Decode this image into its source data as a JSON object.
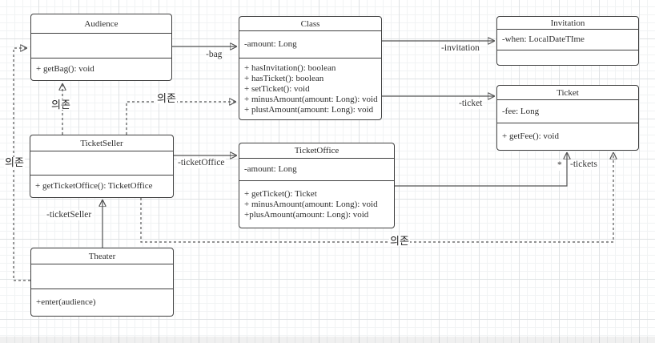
{
  "classes": {
    "audience": {
      "title": "Audience",
      "attributes": [],
      "methods": [
        "+ getBag(): void"
      ]
    },
    "clazz": {
      "title": "Class",
      "attributes": [
        "-amount: Long"
      ],
      "methods": [
        "+ hasInvitation(): boolean",
        "+ hasTicket(): boolean",
        "+ setTicket(): void",
        "+ minusAmount(amount: Long): void",
        "+ plustAmount(amount: Long): void"
      ]
    },
    "invitation": {
      "title": "Invitation",
      "attributes": [
        "-when: LocalDateTIme"
      ],
      "methods": []
    },
    "ticket": {
      "title": "Ticket",
      "attributes": [
        "-fee: Long"
      ],
      "methods": [
        "+ getFee(): void"
      ]
    },
    "ticketSeller": {
      "title": "TicketSeller",
      "attributes": [],
      "methods": [
        "+ getTicketOffice(): TicketOffice"
      ]
    },
    "ticketOffice": {
      "title": "TicketOffice",
      "attributes": [
        "-amount: Long"
      ],
      "methods": [
        "+ getTicket(): Ticket",
        "+ minusAmount(amount: Long): void",
        "+plusAmount(amount: Long): void"
      ]
    },
    "theater": {
      "title": "Theater",
      "attributes": [],
      "methods": [
        "+enter(audience)"
      ]
    }
  },
  "edge_labels": {
    "bag": "-bag",
    "invitation": "-invitation",
    "ticket": "-ticket",
    "ticket_office": "-ticketOffice",
    "tickets_multiplicity": "*",
    "tickets": "-tickets",
    "ticket_seller": "-ticketSeller",
    "dependency_ko": "의존"
  },
  "colors": {
    "edge": "#545454",
    "box_border": "#3f3f3f",
    "grid_minor": "#f1f3f4",
    "grid_major": "#dfe2e4"
  }
}
